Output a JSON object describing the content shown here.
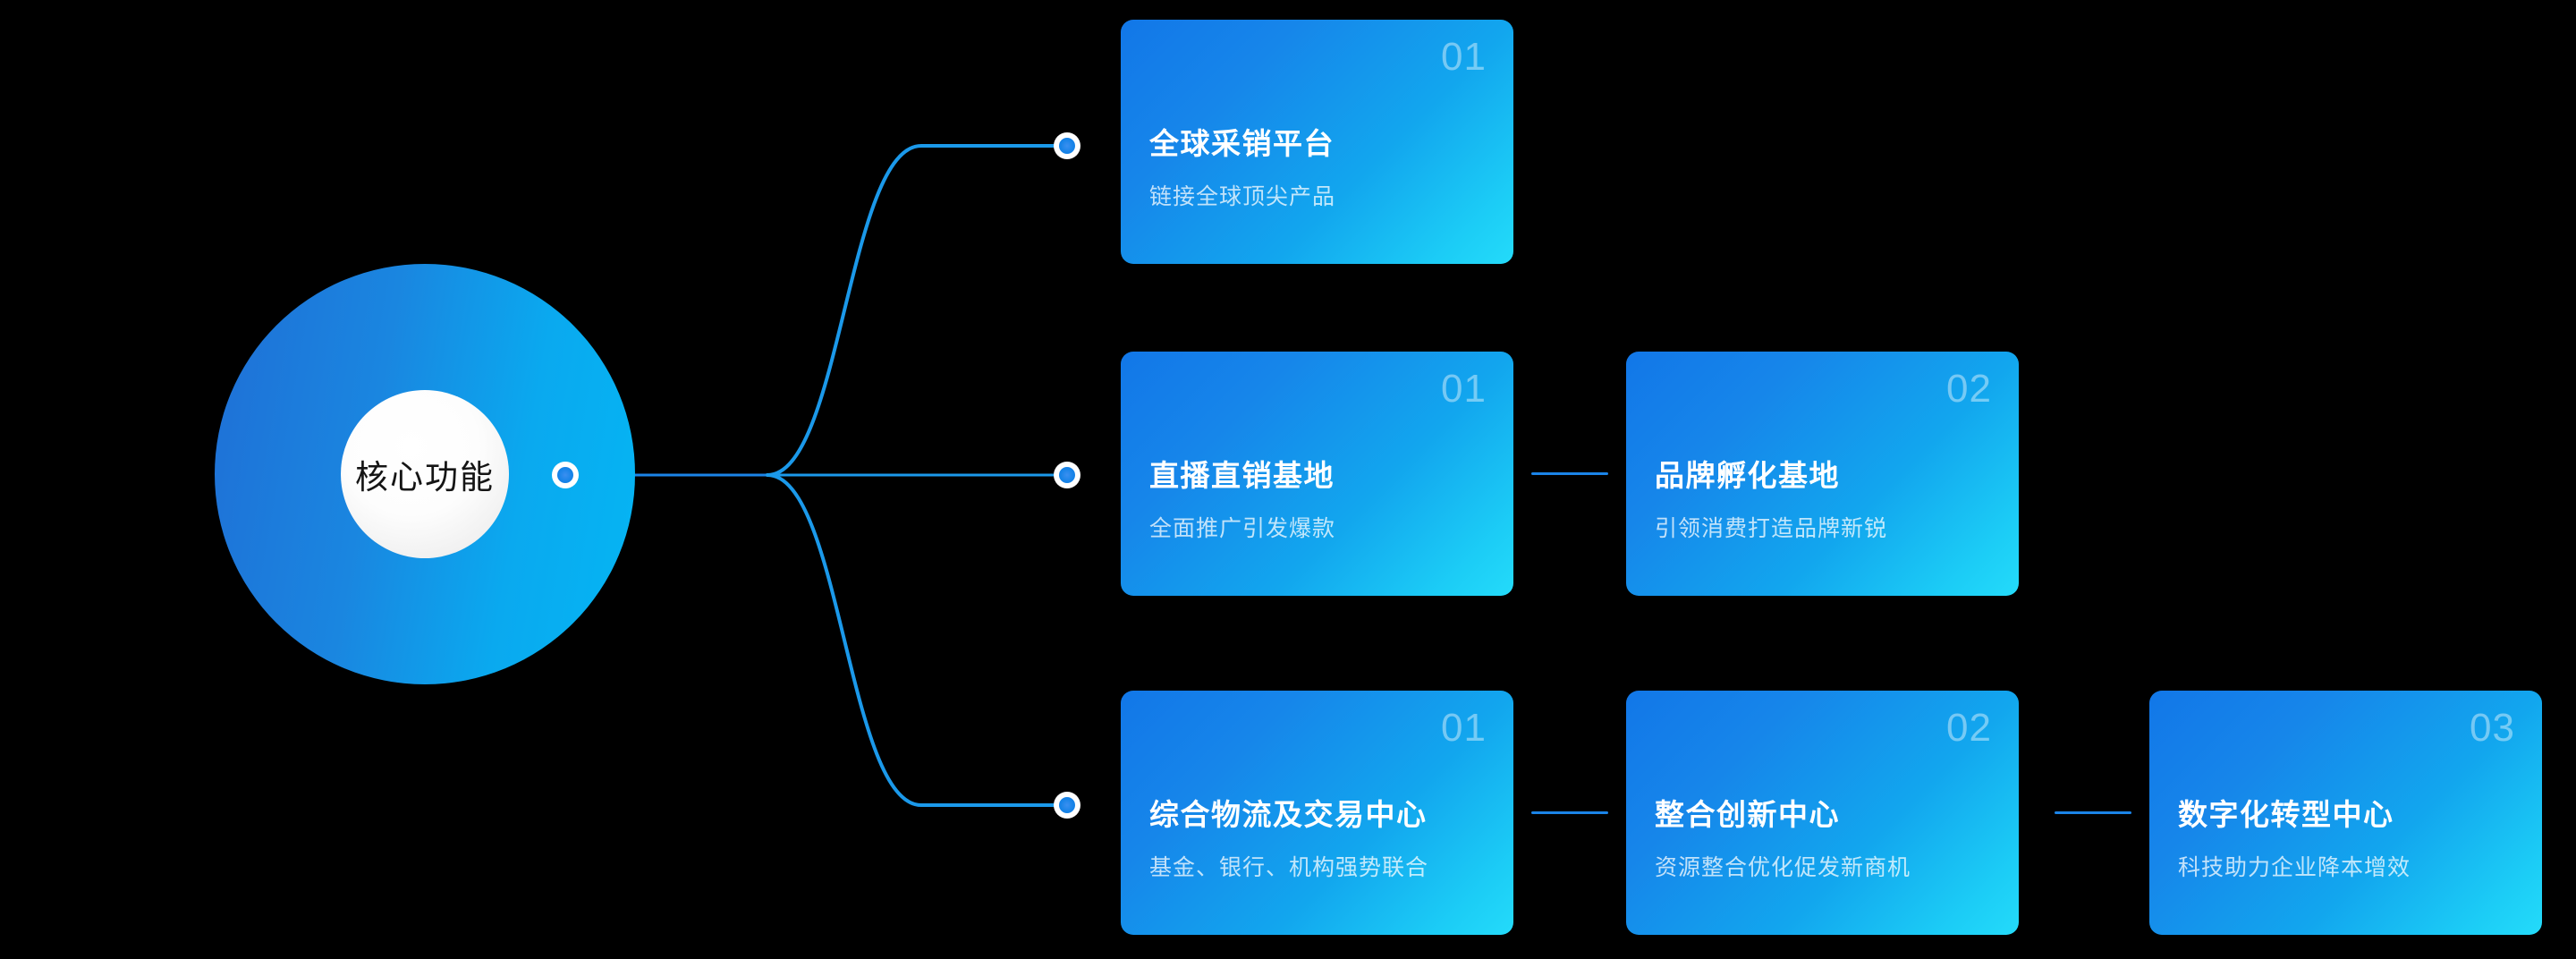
{
  "diagram": {
    "title": "核心功能",
    "hub": {
      "label": "核心功能",
      "gradient_from": "#1f6fd6",
      "gradient_to": "#04b6f4",
      "inner_fill": "#ffffff"
    },
    "background": "#000000",
    "accent": "#1b84e8",
    "card_gradient_from": "#1277e8",
    "card_gradient_to": "#24dbfa",
    "branches": [
      {
        "id": "branch-1",
        "cards": [
          {
            "number": "01",
            "title": "全球采销平台",
            "subtitle": "链接全球顶尖产品"
          }
        ]
      },
      {
        "id": "branch-2",
        "cards": [
          {
            "number": "01",
            "title": "直播直销基地",
            "subtitle": "全面推广引发爆款"
          },
          {
            "number": "02",
            "title": "品牌孵化基地",
            "subtitle": "引领消费打造品牌新锐"
          }
        ]
      },
      {
        "id": "branch-3",
        "cards": [
          {
            "number": "01",
            "title": "综合物流及交易中心",
            "subtitle": "基金、银行、机构强势联合"
          },
          {
            "number": "02",
            "title": "整合创新中心",
            "subtitle": "资源整合优化促发新商机"
          },
          {
            "number": "03",
            "title": "数字化转型中心",
            "subtitle": "科技助力企业降本增效"
          }
        ]
      }
    ]
  }
}
